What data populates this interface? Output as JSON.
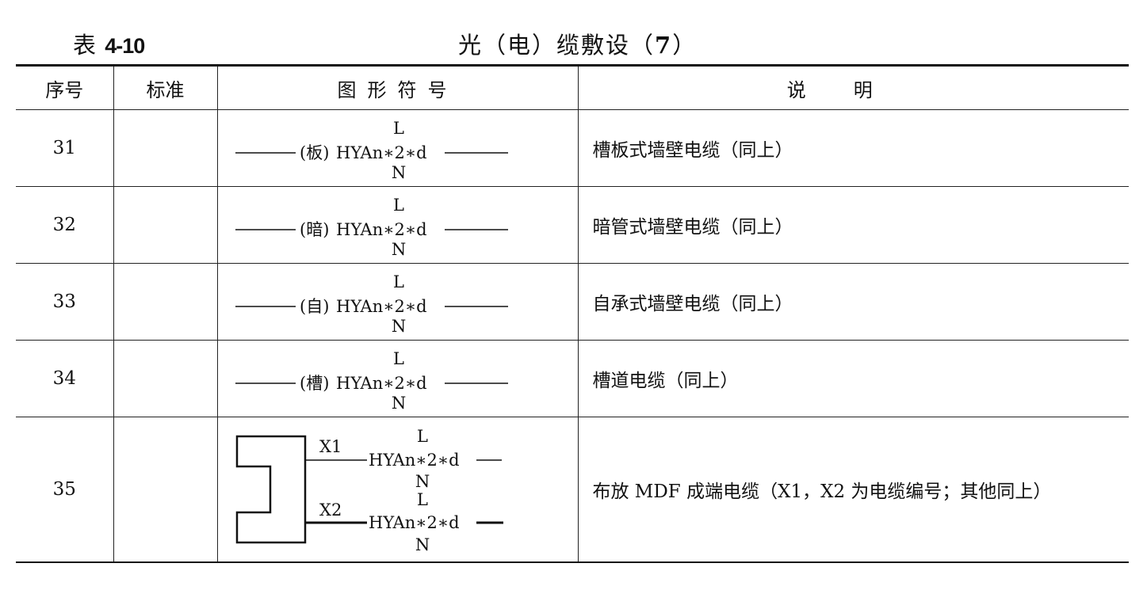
{
  "caption": {
    "label_prefix": "表",
    "label_number": "4-10",
    "title_pre": "光（电）缆敷设（",
    "title_num": "7",
    "title_post": "）"
  },
  "headers": {
    "no": "序号",
    "standard": "标准",
    "symbol": "图形符号",
    "description": "说明"
  },
  "rows": [
    {
      "no": "31",
      "standard": "",
      "symbol": {
        "top": "L",
        "prefix": "(板)",
        "main": "HYAn∗2∗d",
        "bottom": "N"
      },
      "description": "槽板式墙壁电缆（同上）"
    },
    {
      "no": "32",
      "standard": "",
      "symbol": {
        "top": "L",
        "prefix": "(暗)",
        "main": "HYAn∗2∗d",
        "bottom": "N"
      },
      "description": "暗管式墙壁电缆（同上）"
    },
    {
      "no": "33",
      "standard": "",
      "symbol": {
        "top": "L",
        "prefix": "(自)",
        "main": "HYAn∗2∗d",
        "bottom": "N"
      },
      "description": "自承式墙壁电缆（同上）"
    },
    {
      "no": "34",
      "standard": "",
      "symbol": {
        "top": "L",
        "prefix": "(槽)",
        "main": "HYAn∗2∗d",
        "bottom": "N"
      },
      "description": "槽道电缆（同上）"
    },
    {
      "no": "35",
      "standard": "",
      "symbol": {
        "x1": "X1",
        "x2": "X2",
        "upper": {
          "top": "L",
          "main": "HYAn∗2∗d",
          "bottom": "N"
        },
        "lower": {
          "top": "L",
          "main": "HYAn∗2∗d",
          "bottom": "N"
        }
      },
      "description": "布放 MDF 成端电缆（X1，X2 为电缆编号；其他同上）"
    }
  ]
}
